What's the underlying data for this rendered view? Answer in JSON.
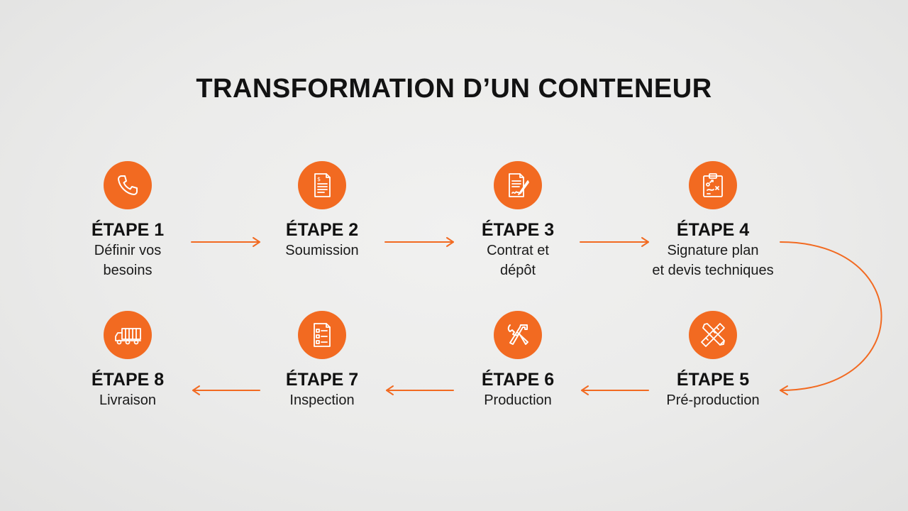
{
  "title": "TRANSFORMATION D’UN CONTENEUR",
  "colors": {
    "accent": "#f26a21",
    "text": "#111111",
    "background": "#ececeb"
  },
  "steps": [
    {
      "label": "ÉTAPE 1",
      "desc_lines": [
        "Définir vos",
        "besoins"
      ],
      "icon": "phone-icon"
    },
    {
      "label": "ÉTAPE 2",
      "desc_lines": [
        "Soumission"
      ],
      "icon": "invoice-document-icon"
    },
    {
      "label": "ÉTAPE 3",
      "desc_lines": [
        "Contrat et",
        "dépôt"
      ],
      "icon": "signed-contract-icon"
    },
    {
      "label": "ÉTAPE 4",
      "desc_lines": [
        "Signature plan",
        "et devis techniques"
      ],
      "icon": "clipboard-plan-icon"
    },
    {
      "label": "ÉTAPE 5",
      "desc_lines": [
        "Pré-production"
      ],
      "icon": "ruler-pencil-icon"
    },
    {
      "label": "ÉTAPE 6",
      "desc_lines": [
        "Production"
      ],
      "icon": "wrench-hammer-icon"
    },
    {
      "label": "ÉTAPE 7",
      "desc_lines": [
        "Inspection"
      ],
      "icon": "checklist-icon"
    },
    {
      "label": "ÉTAPE 8",
      "desc_lines": [
        "Livraison"
      ],
      "icon": "delivery-truck-icon"
    }
  ]
}
